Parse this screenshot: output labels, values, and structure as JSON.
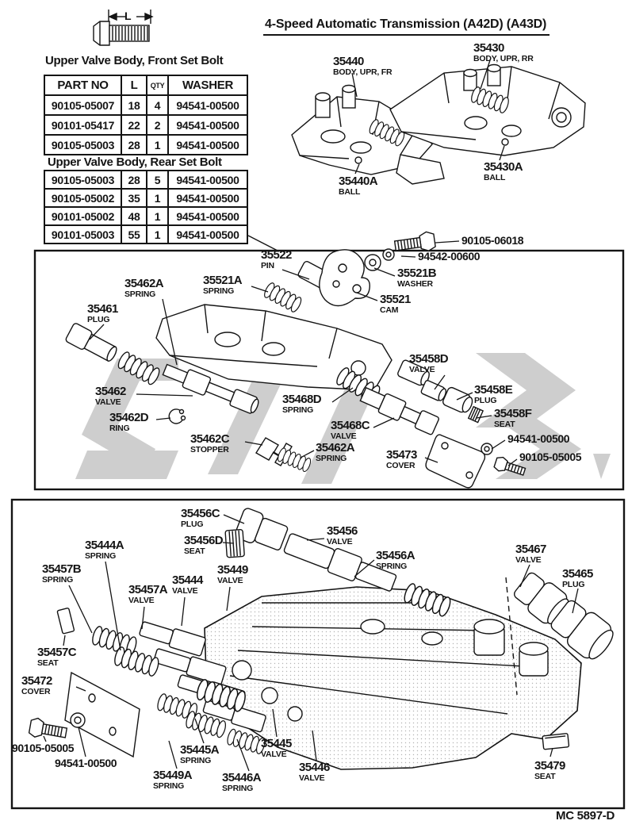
{
  "page": {
    "title": "4-Speed Automatic Transmission (A42D) (A43D)",
    "doc_code": "MC 5897-D",
    "bolt_dim_label": "L"
  },
  "colors": {
    "ink": "#141414",
    "watermark": "#c9c9c9"
  },
  "tables": {
    "front": {
      "title": "Upper Valve Body, Front Set Bolt",
      "headers": [
        "PART NO",
        "L",
        "QTY",
        "WASHER"
      ],
      "rows": [
        [
          "90105-05007",
          "18",
          "4",
          "94541-00500"
        ],
        [
          "90101-05417",
          "22",
          "2",
          "94541-00500"
        ],
        [
          "90105-05003",
          "28",
          "1",
          "94541-00500"
        ]
      ]
    },
    "rear": {
      "title": "Upper Valve Body, Rear Set Bolt",
      "rows": [
        [
          "90105-05003",
          "28",
          "5",
          "94541-00500"
        ],
        [
          "90105-05002",
          "35",
          "1",
          "94541-00500"
        ],
        [
          "90101-05002",
          "48",
          "1",
          "94541-00500"
        ],
        [
          "90101-05003",
          "55",
          "1",
          "94541-00500"
        ]
      ]
    }
  },
  "labels": [
    {
      "part": "35440",
      "desc": "BODY, UPR, FR"
    },
    {
      "part": "35430",
      "desc": "BODY, UPR, RR"
    },
    {
      "part": "35440A",
      "desc": "BALL"
    },
    {
      "part": "35430A",
      "desc": "BALL"
    },
    {
      "part": "35522",
      "desc": "PIN"
    },
    {
      "part": "35521A",
      "desc": "SPRING"
    },
    {
      "part": "35462A",
      "desc": "SPRING"
    },
    {
      "part": "35461",
      "desc": "PLUG"
    },
    {
      "part": "90105-06018",
      "desc": ""
    },
    {
      "part": "94542-00600",
      "desc": ""
    },
    {
      "part": "35521B",
      "desc": "WASHER"
    },
    {
      "part": "35521",
      "desc": "CAM"
    },
    {
      "part": "35462",
      "desc": "VALVE"
    },
    {
      "part": "35462D",
      "desc": "RING"
    },
    {
      "part": "35462C",
      "desc": "STOPPER"
    },
    {
      "part": "35468D",
      "desc": "SPRING"
    },
    {
      "part": "35468C",
      "desc": "VALVE"
    },
    {
      "part": "35462A",
      "desc": "SPRING"
    },
    {
      "part": "35458D",
      "desc": "VALVE"
    },
    {
      "part": "35458E",
      "desc": "PLUG"
    },
    {
      "part": "35458F",
      "desc": "SEAT"
    },
    {
      "part": "94541-00500",
      "desc": ""
    },
    {
      "part": "90105-05005",
      "desc": ""
    },
    {
      "part": "35473",
      "desc": "COVER"
    },
    {
      "part": "35456C",
      "desc": "PLUG"
    },
    {
      "part": "35456D",
      "desc": "SEAT"
    },
    {
      "part": "35456",
      "desc": "VALVE"
    },
    {
      "part": "35456A",
      "desc": "SPRING"
    },
    {
      "part": "35467",
      "desc": "VALVE"
    },
    {
      "part": "35465",
      "desc": "PLUG"
    },
    {
      "part": "35444A",
      "desc": "SPRING"
    },
    {
      "part": "35457B",
      "desc": "SPRING"
    },
    {
      "part": "35457A",
      "desc": "VALVE"
    },
    {
      "part": "35444",
      "desc": "VALVE"
    },
    {
      "part": "35449",
      "desc": "VALVE"
    },
    {
      "part": "35457C",
      "desc": "SEAT"
    },
    {
      "part": "35472",
      "desc": "COVER"
    },
    {
      "part": "90105-05005",
      "desc": ""
    },
    {
      "part": "94541-00500",
      "desc": ""
    },
    {
      "part": "35449A",
      "desc": "SPRING"
    },
    {
      "part": "35445A",
      "desc": "SPRING"
    },
    {
      "part": "35446A",
      "desc": "SPRING"
    },
    {
      "part": "35445",
      "desc": "VALVE"
    },
    {
      "part": "35446",
      "desc": "VALVE"
    },
    {
      "part": "35479",
      "desc": "SEAT"
    }
  ]
}
